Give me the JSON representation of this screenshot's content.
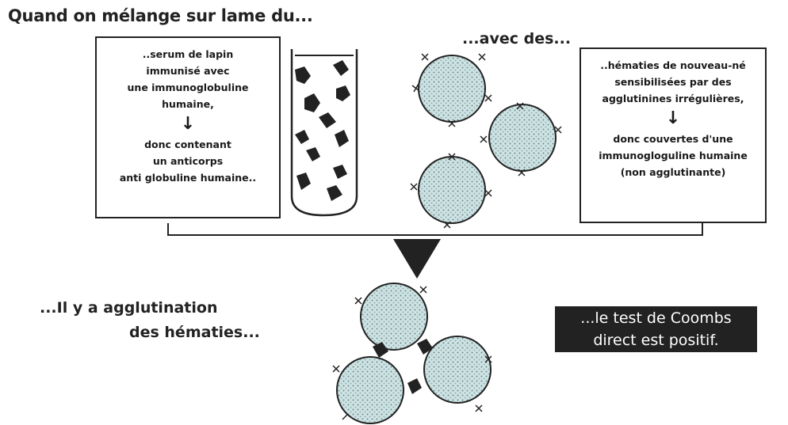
{
  "title": "Quand on mélange sur lame du...",
  "left_box": {
    "lines_top": [
      "..serum de lapin",
      "immunisé avec",
      "une immunoglobuline",
      "humaine,"
    ],
    "arrow": "↓",
    "lines_bottom": [
      "donc contenant",
      "un anticorps",
      "anti globuline humaine.."
    ]
  },
  "middle_label": "...avec des...",
  "right_box": {
    "lines_top": [
      "..hématies de nouveau-né",
      "sensibilisées par des",
      "agglutinines irrégulières,"
    ],
    "arrow": "↓",
    "lines_bottom": [
      "donc couvertes d'une",
      "immunogloguline humaine",
      "(non agglutinante)"
    ]
  },
  "result_left": [
    "...Il y a agglutination",
    "des hématies..."
  ],
  "result_right": [
    "...le test de Coombs",
    "direct est positif."
  ],
  "colors": {
    "ink": "#222222",
    "cell_fill": "#cfe3e4",
    "cell_dot": "#6a8a8c",
    "background": "#ffffff"
  }
}
